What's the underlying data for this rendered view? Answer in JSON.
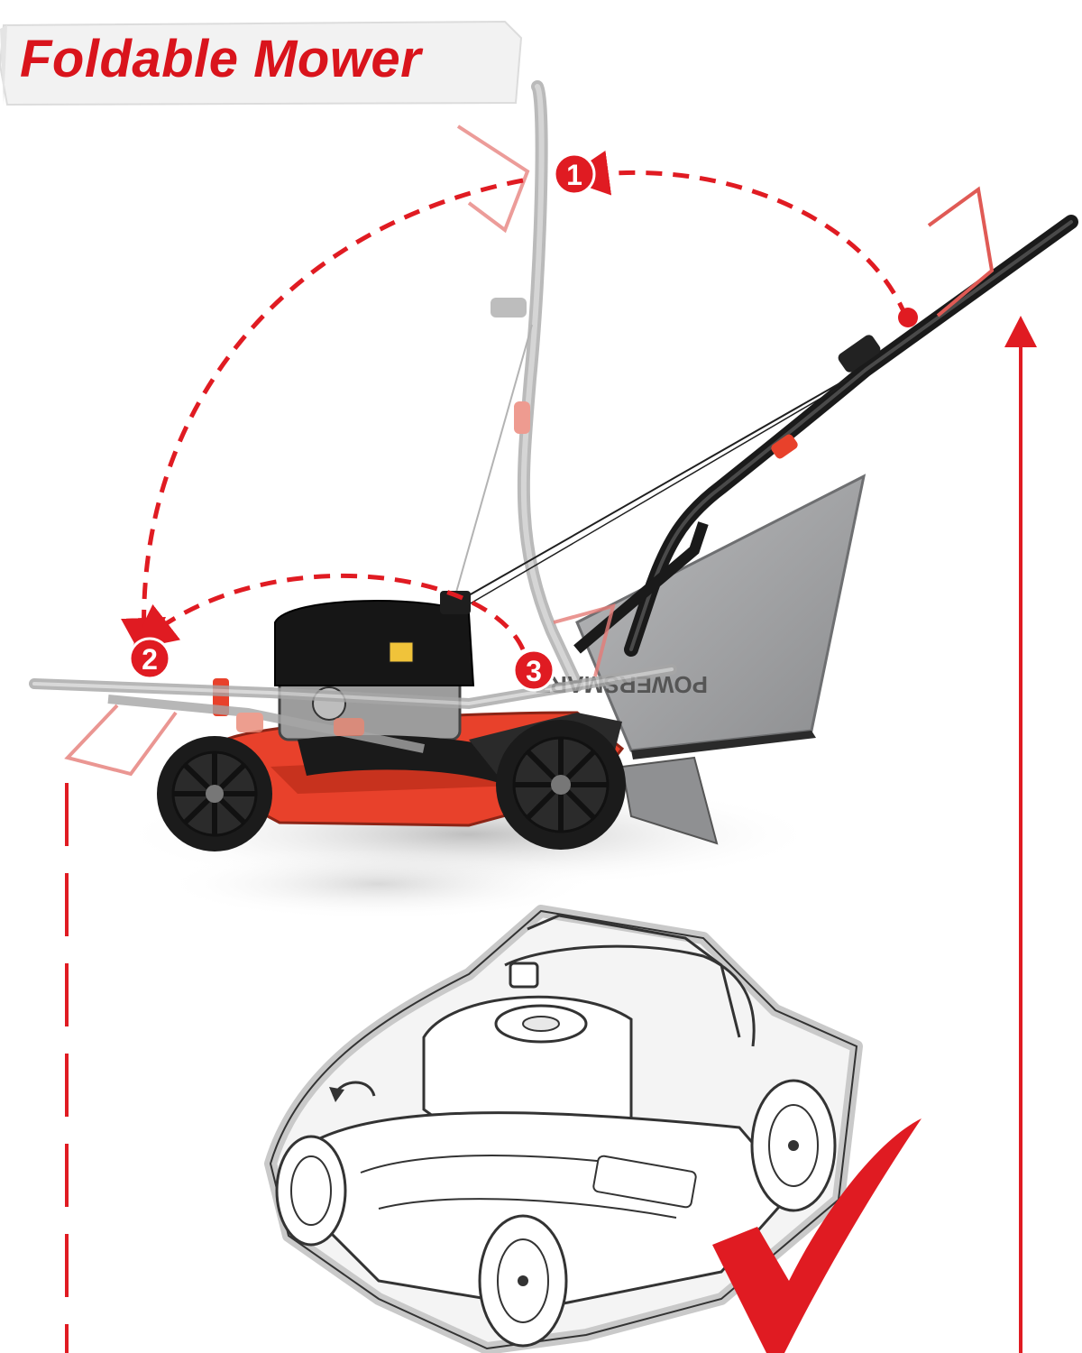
{
  "title": "Foldable Mower",
  "brand": "POWERSMART",
  "steps": [
    "1",
    "2",
    "3"
  ],
  "colors": {
    "accent_red": "#e01b22",
    "title_red": "#d9141c",
    "mower_orange": "#e8412b",
    "bag_gray": "#9a9b9d",
    "frame_black": "#1a1a1a"
  },
  "icons": [
    "checkmark-icon",
    "arrow-up-icon",
    "fold-arrow"
  ]
}
